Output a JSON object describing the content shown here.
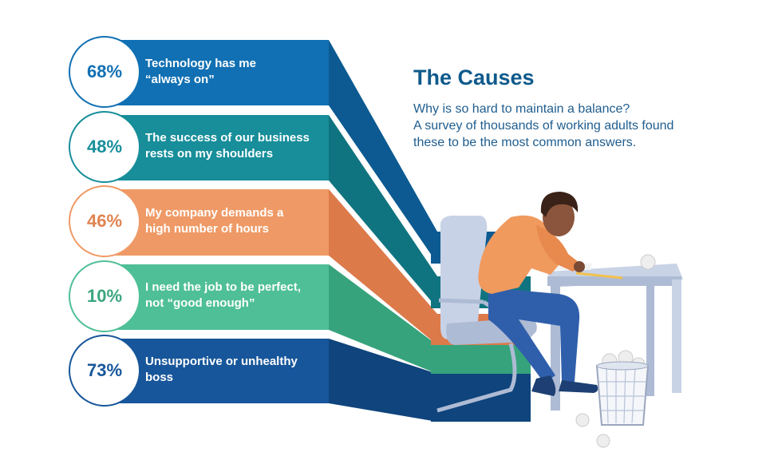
{
  "header": {
    "title": "The Causes",
    "subtitle_lines": [
      "Why is so hard to maintain a balance?",
      "A survey of thousands of working adults found",
      "these to be the most common answers."
    ]
  },
  "causes": [
    {
      "percent": "68%",
      "line1": "Technology has me",
      "line2": "“always on”",
      "color": "#1170b3",
      "dark": "#0c5a91"
    },
    {
      "percent": "48%",
      "line1": "The success of our business",
      "line2": "rests on my shoulders",
      "color": "#178e9a",
      "dark": "#0f7480"
    },
    {
      "percent": "46%",
      "line1": "My company demands a",
      "line2": "high number of hours",
      "color": "#ef9a66",
      "dark": "#dc7a4a"
    },
    {
      "percent": "10%",
      "line1": "I need the job to be perfect,",
      "line2": "not “good enough”",
      "color": "#4fbf97",
      "dark": "#36a37c"
    },
    {
      "percent": "73%",
      "line1": "Unsupportive or unhealthy",
      "line2": "boss",
      "color": "#17569a",
      "dark": "#0f447c"
    }
  ]
}
